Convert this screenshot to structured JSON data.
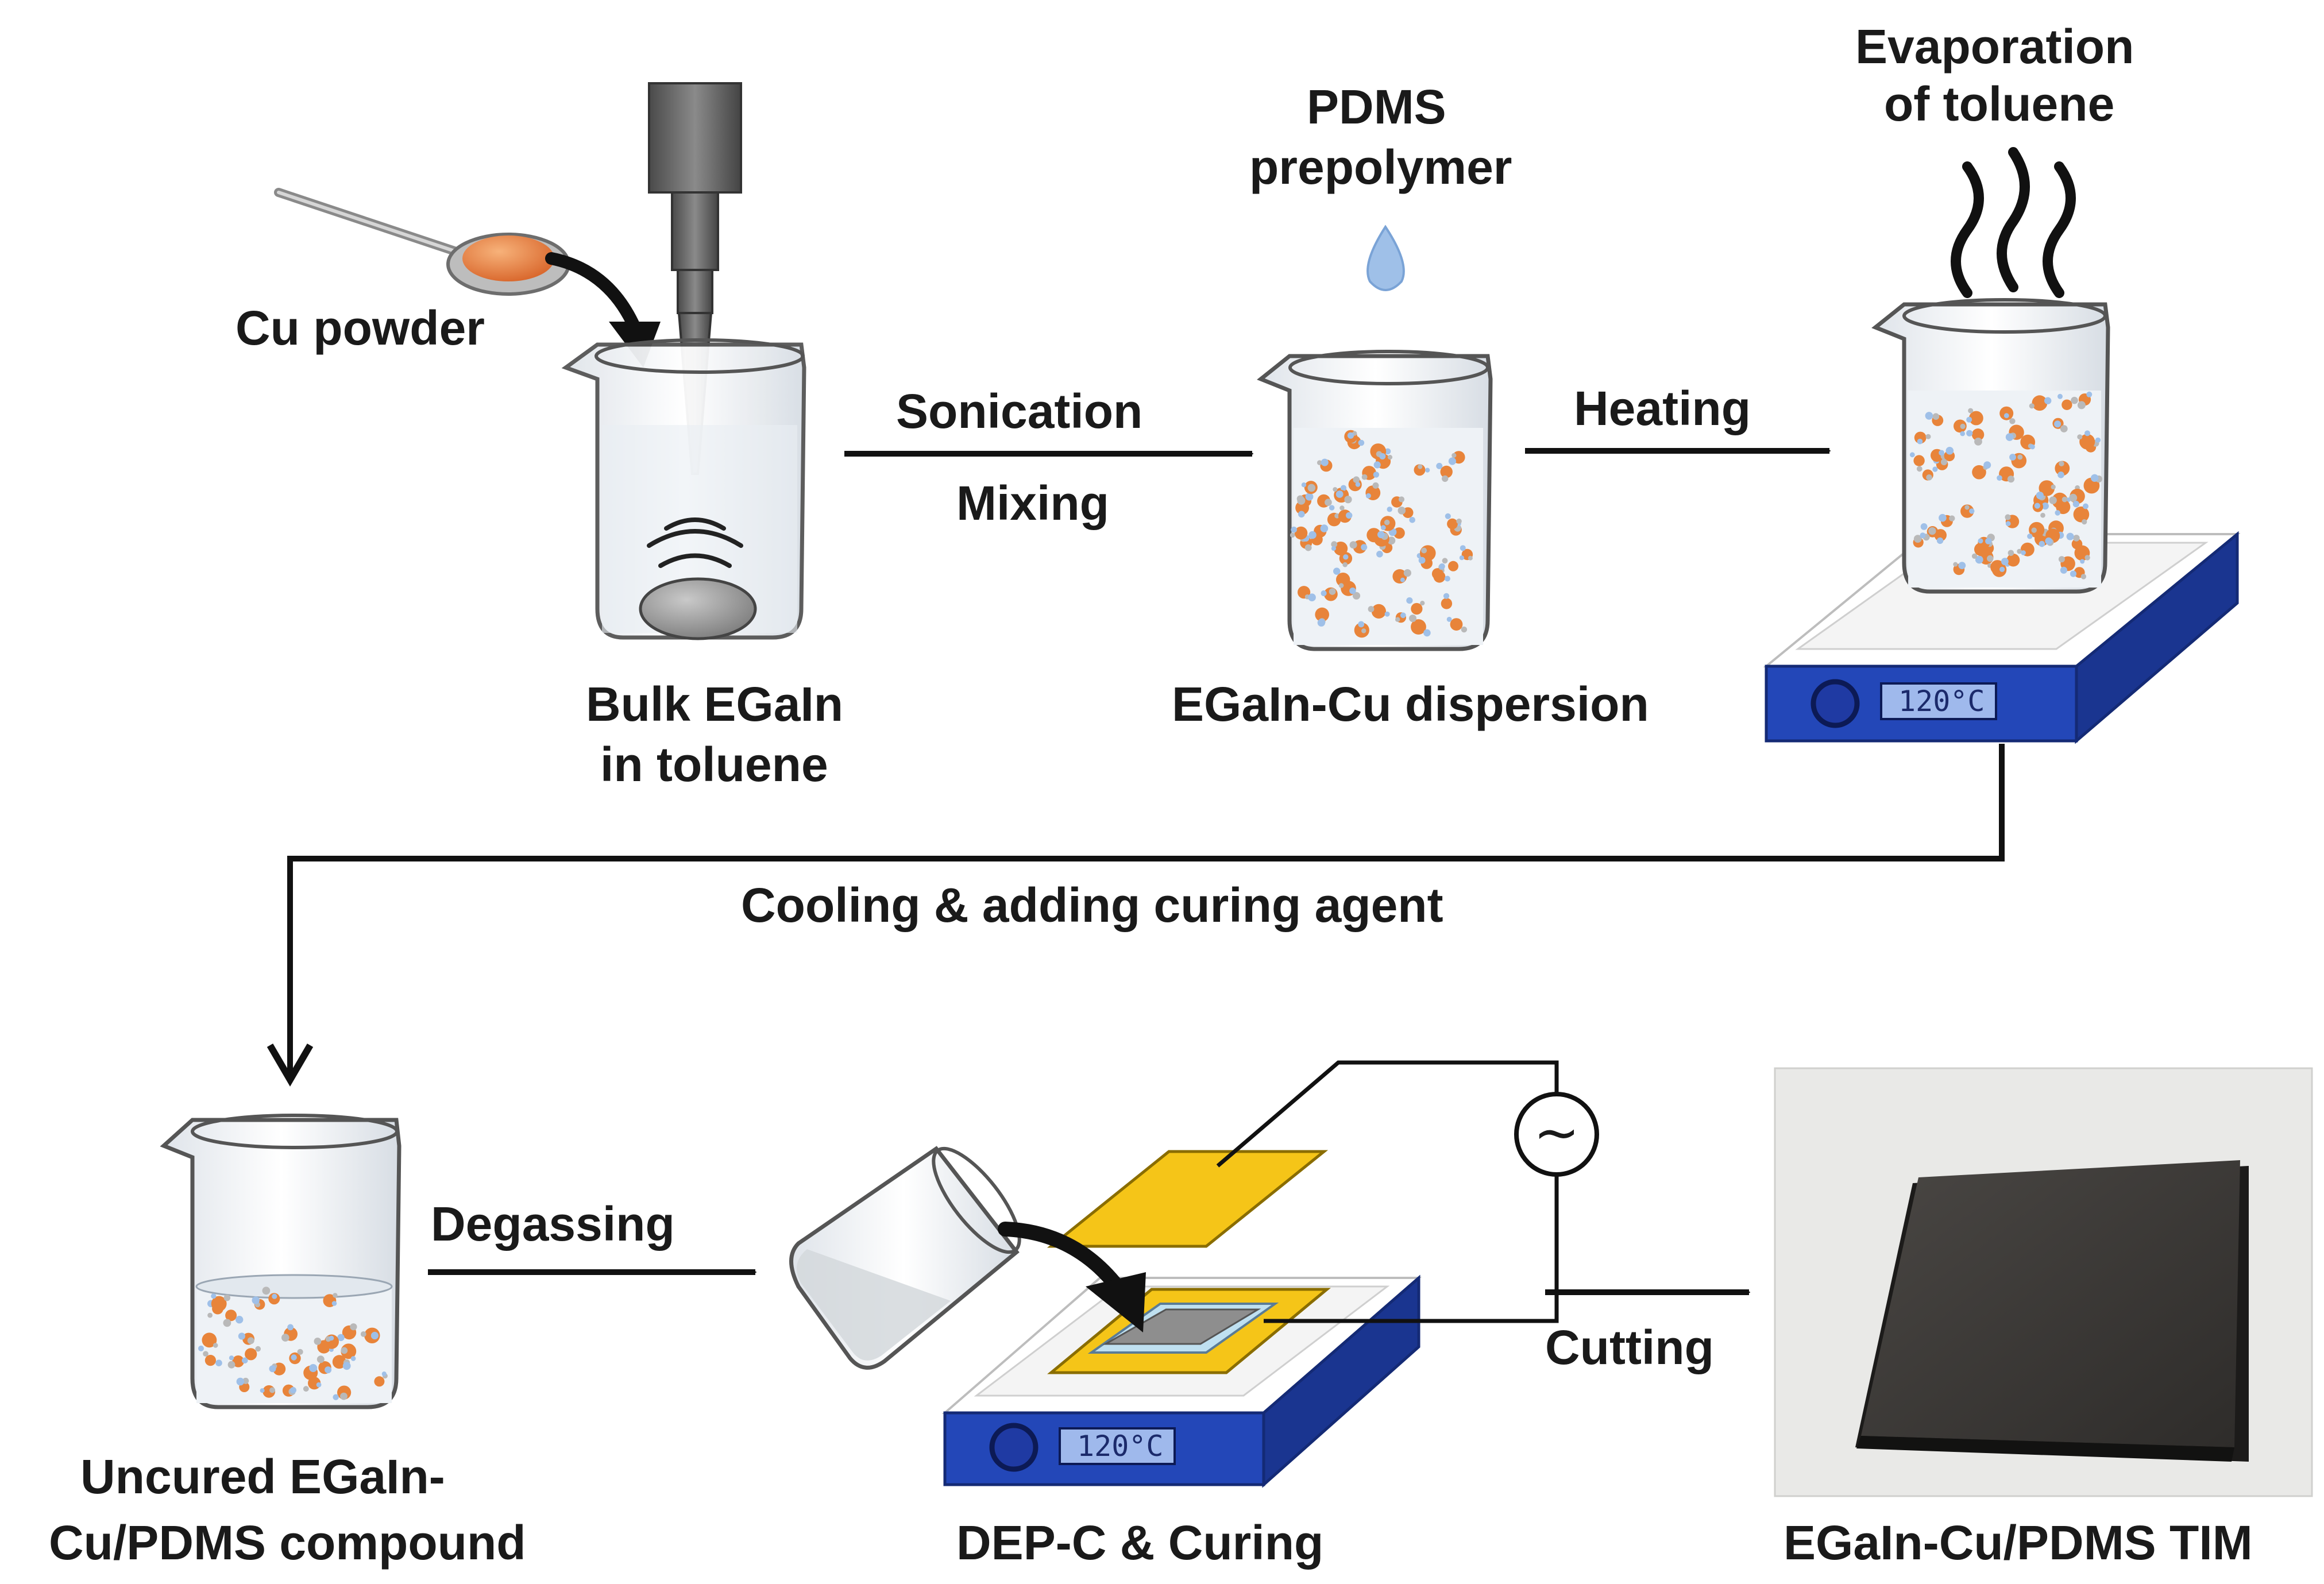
{
  "labels": {
    "cu_powder": "Cu powder",
    "bulk_egain_line1": "Bulk EGaIn",
    "bulk_egain_line2": "in toluene",
    "sonication": "Sonication",
    "mixing": "Mixing",
    "pdms_line1": "PDMS",
    "pdms_line2": "prepolymer",
    "egain_cu_dispersion": "EGaIn-Cu dispersion",
    "heating": "Heating",
    "evaporation_line1": "Evaporation",
    "evaporation_line2": "of toluene",
    "cooling": "Cooling & adding curing agent",
    "degassing": "Degassing",
    "uncured_line1": "Uncured EGaIn-",
    "uncured_line2": "Cu/PDMS compound",
    "dep_curing": "DEP-C & Curing",
    "cutting": "Cutting",
    "tim": "EGaIn-Cu/PDMS TIM"
  },
  "hotplate_display": "120°C",
  "ac_source_symbol": "~",
  "colors": {
    "hotplate_blue": "#2347b8",
    "hotplate_top": "#f4f4f4",
    "electrode_yellow": "#f5c518",
    "cu_particle": "#e8843a",
    "pdms_drop": "#9fc0e8",
    "sample_dark": "#3a3835"
  }
}
